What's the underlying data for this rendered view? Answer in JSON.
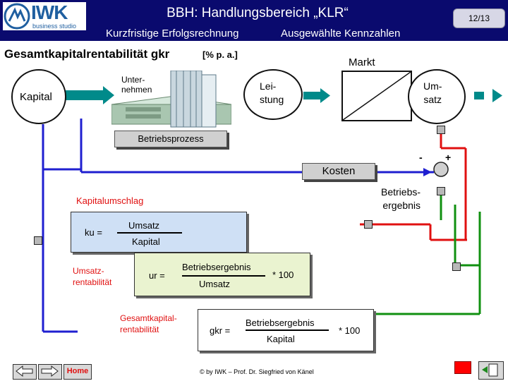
{
  "header": {
    "logo_text": "IWK",
    "logo_sub": "business studio",
    "title": "BBH: Handlungsbereich „KLR“",
    "sub_left": "Kurzfristige Erfolgsrechnung",
    "sub_right": "Ausgewählte Kennzahlen",
    "page": "12/13"
  },
  "main_title": "Gesamtkapitalrentabilität gkr",
  "main_unit": "[% p. a.]",
  "diagram": {
    "markt": "Markt",
    "kapital": "Kapital",
    "unternehmen_1": "Unter-",
    "unternehmen_2": "nehmen",
    "leistung_1": "Lei-",
    "leistung_2": "stung",
    "umsatz_1": "Um-",
    "umsatz_2": "satz",
    "betriebsprozess": "Betriebsprozess",
    "kosten": "Kosten",
    "minus": "-",
    "plus": "+",
    "betriebsergebnis_1": "Betriebs-",
    "betriebsergebnis_2": "ergebnis"
  },
  "formulas": {
    "kapitalumschlag": "Kapitalumschlag",
    "ku_label": "ku =",
    "ku_num": "Umsatz",
    "ku_den": "Kapital",
    "ur_left_1": "Umsatz-",
    "ur_left_2": "rentabilität",
    "ur_label": "ur =",
    "ur_num": "Betriebsergebnis",
    "ur_den": "Umsatz",
    "ur_mult": "*  100",
    "gkr_left_1": "Gesamtkapital-",
    "gkr_left_2": "rentabilität",
    "gkr_label": "gkr =",
    "gkr_num": "Betriebsergebnis",
    "gkr_den": "Kapital",
    "gkr_mult": "*  100"
  },
  "footer": {
    "home": "Home",
    "copyright": "© by IWK – Prof. Dr. Siegfried von Känel"
  },
  "colors": {
    "header_bg": "#0a0a6e",
    "blue_line": "#1f1fd0",
    "red_line": "#e01010",
    "green_line": "#109010",
    "teal": "#008a8a",
    "formula_box": "#cfe0f5",
    "ur_box": "#eaf3d0"
  }
}
